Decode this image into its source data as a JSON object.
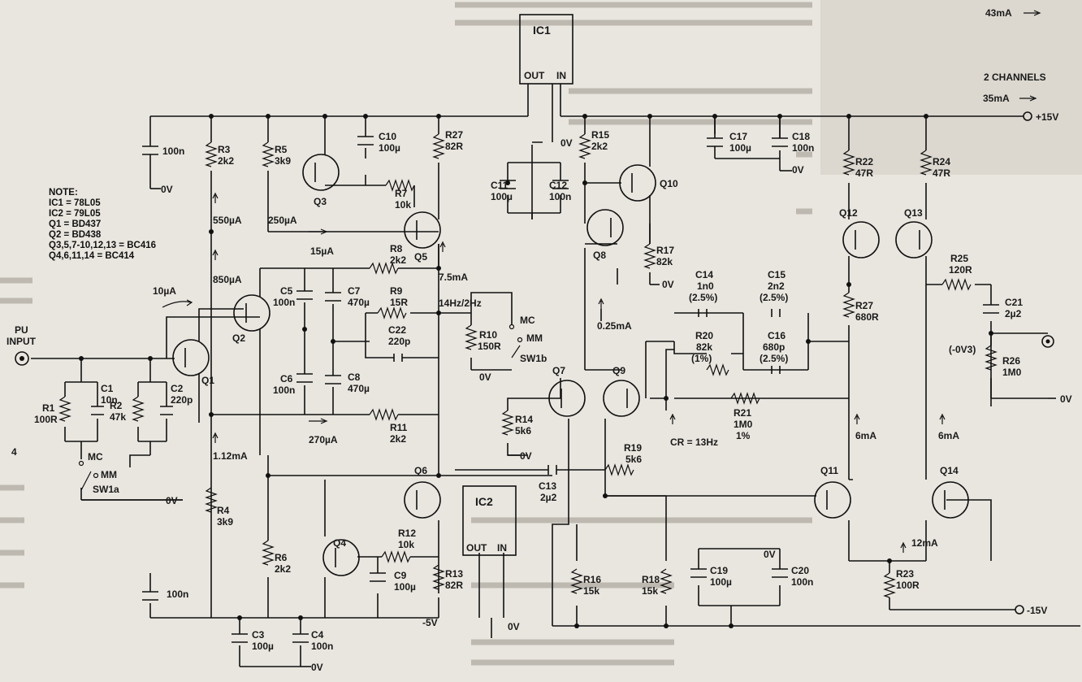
{
  "colors": {
    "ink": "#111111",
    "paper": "#e9e6df",
    "faint_text": "#bdb9b1"
  },
  "notes": [
    "NOTE:",
    "IC1 = 78L05",
    "IC2 = 79L05",
    "Q1 = BD437",
    "Q2 = BD438",
    "Q3,5,7-10,12,13 = BC416",
    "Q4,6,11,14 = BC414"
  ],
  "rails": {
    "plus15": "+15V",
    "minus15": "-15V",
    "minus5": "-5V",
    "zero": "0V",
    "out": "OUT",
    "in": "IN",
    "ic1": "IC1",
    "ic2": "IC2"
  },
  "input": {
    "l1": "PU",
    "l2": "INPUT",
    "four": "4"
  },
  "switches": {
    "mc": "MC",
    "mm": "MM",
    "sw1a": "SW1a",
    "sw1b": "SW1b"
  },
  "channels": {
    "i43": "43mA",
    "title": "2 CHANNELS",
    "i35": "35mA"
  },
  "transistors": {
    "q1": "Q1",
    "q2": "Q2",
    "q3": "Q3",
    "q4": "Q4",
    "q5": "Q5",
    "q6": "Q6",
    "q7": "Q7",
    "q8": "Q8",
    "q9": "Q9",
    "q10": "Q10",
    "q11": "Q11",
    "q12": "Q12",
    "q13": "Q13",
    "q14": "Q14"
  },
  "resistors": {
    "r1": [
      "R1",
      "100R"
    ],
    "r2": [
      "R2",
      "47k"
    ],
    "r3": [
      "R3",
      "2k2"
    ],
    "r4": [
      "R4",
      "3k9"
    ],
    "r5": [
      "R5",
      "3k9"
    ],
    "r6": [
      "R6",
      "2k2"
    ],
    "r7": [
      "R7",
      "10k"
    ],
    "r8": [
      "R8",
      "2k2"
    ],
    "r9": [
      "R9",
      "15R"
    ],
    "r10": [
      "R10",
      "150R"
    ],
    "r11": [
      "R11",
      "2k2"
    ],
    "r12": [
      "R12",
      "10k"
    ],
    "r13": [
      "R13",
      "82R"
    ],
    "r14": [
      "R14",
      "5k6"
    ],
    "r15": [
      "R15",
      "2k2"
    ],
    "r16": [
      "R16",
      "15k"
    ],
    "r17": [
      "R17",
      "82k"
    ],
    "r18": [
      "R18",
      "15k"
    ],
    "r19": [
      "R19",
      "5k6"
    ],
    "r20": [
      "R20",
      "82k",
      "(1%)"
    ],
    "r21": [
      "R21",
      "1M0",
      "1%"
    ],
    "r22": [
      "R22",
      "47R"
    ],
    "r23": [
      "R23",
      "100R"
    ],
    "r24": [
      "R24",
      "47R"
    ],
    "r25": [
      "R25",
      "120R"
    ],
    "r26": [
      "R26",
      "1M0"
    ],
    "r27a": [
      "R27",
      "82R"
    ],
    "r27b": [
      "R27",
      "680R"
    ]
  },
  "capacitors": {
    "c1": [
      "C1",
      "10n"
    ],
    "c2": [
      "C2",
      "220p"
    ],
    "c3": [
      "C3",
      "100µ"
    ],
    "c4": [
      "C4",
      "100n"
    ],
    "c5": [
      "C5",
      "100n"
    ],
    "c6": [
      "C6",
      "100n"
    ],
    "c7": [
      "C7",
      "470µ"
    ],
    "c8": [
      "C8",
      "470µ"
    ],
    "c9": [
      "C9",
      "100µ"
    ],
    "c10": [
      "C10",
      "100µ"
    ],
    "c11": [
      "C11",
      "100µ"
    ],
    "c12": [
      "C12",
      "100n"
    ],
    "c13": [
      "C13",
      "2µ2"
    ],
    "c14": [
      "C14",
      "1n0",
      "(2.5%)"
    ],
    "c15": [
      "C15",
      "2n2",
      "(2.5%)"
    ],
    "c16": [
      "C16",
      "680p",
      "(2.5%)"
    ],
    "c17": [
      "C17",
      "100µ"
    ],
    "c18": [
      "C18",
      "100n"
    ],
    "c19": [
      "C19",
      "100µ"
    ],
    "c20": [
      "C20",
      "100n"
    ],
    "c21": [
      "C21",
      "2µ2"
    ],
    "c22": [
      "C22",
      "220p"
    ],
    "c_top": "100n",
    "c_bot": "100n"
  },
  "annotations": {
    "i550": "550µA",
    "i250": "250µA",
    "i15": "15µA",
    "i850": "850µA",
    "i75": "7.5mA",
    "i10": "10µA",
    "i270": "270µA",
    "i112": "1.12mA",
    "i025": "0.25mA",
    "freq": "14Hz/2Hz",
    "cr": "CR = 13Hz",
    "i6a": "6mA",
    "i6b": "6mA",
    "i12": "12mA",
    "v03": "(-0V3)"
  }
}
